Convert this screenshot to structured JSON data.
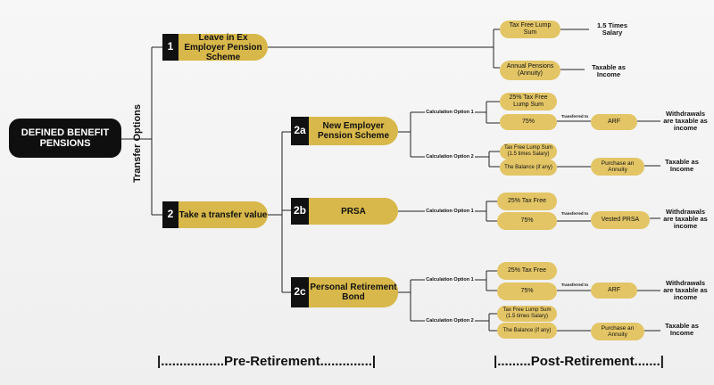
{
  "root": {
    "label": "DEFINED BENEFIT PENSIONS"
  },
  "axis_label": "Transfer Options",
  "options": [
    {
      "number": "1",
      "label": "Leave in Ex Employer Pension Scheme"
    },
    {
      "number": "2",
      "label": "Take a transfer value"
    },
    {
      "number": "2a",
      "label": "New Employer Pension Scheme"
    },
    {
      "number": "2b",
      "label": "PRSA"
    },
    {
      "number": "2c",
      "label": "Personal Retirement Bond"
    }
  ],
  "outcomes": {
    "o1_lump": "Tax Free Lump Sum",
    "o1_lump_res": "1.5 Times Salary",
    "o1_annual": "Annual Pensions (Annuity)",
    "o1_annual_res": "Taxable as Income",
    "a_c1_25": "25% Tax Free Lump Sum",
    "a_c1_75": "75%",
    "a_c1_arf": "ARF",
    "a_c1_res": "Withdrawals are taxable as income",
    "a_c2_lump": "Tax Free Lump Sum (1.5 times Salary)",
    "a_c2_bal": "The Balance (if any)",
    "a_c2_ann": "Purchase an Annuity",
    "a_c2_res": "Taxable as Income",
    "b_c1_25": "25% Tax Free",
    "b_c1_75": "75%",
    "b_c1_vp": "Vested PRSA",
    "b_c1_res": "Withdrawals are taxable as income",
    "c_c1_25": "25% Tax Free",
    "c_c1_75": "75%",
    "c_c1_arf": "ARF",
    "c_c1_res": "Withdrawals are taxable as income",
    "c_c2_lump": "Tax Free Lump Sum (1.5 times Salary)",
    "c_c2_bal": "The Balance (if any)",
    "c_c2_ann": "Purchase an Annuity",
    "c_c2_res": "Taxable as Income"
  },
  "calc": {
    "option1": "Calculation Option 1",
    "option2": "Calculation Option 2"
  },
  "transferred_to": "Transferred to",
  "footer": {
    "pre": "|.................Pre-Retirement..............|",
    "post": "|.........Post-Retirement.......|"
  }
}
